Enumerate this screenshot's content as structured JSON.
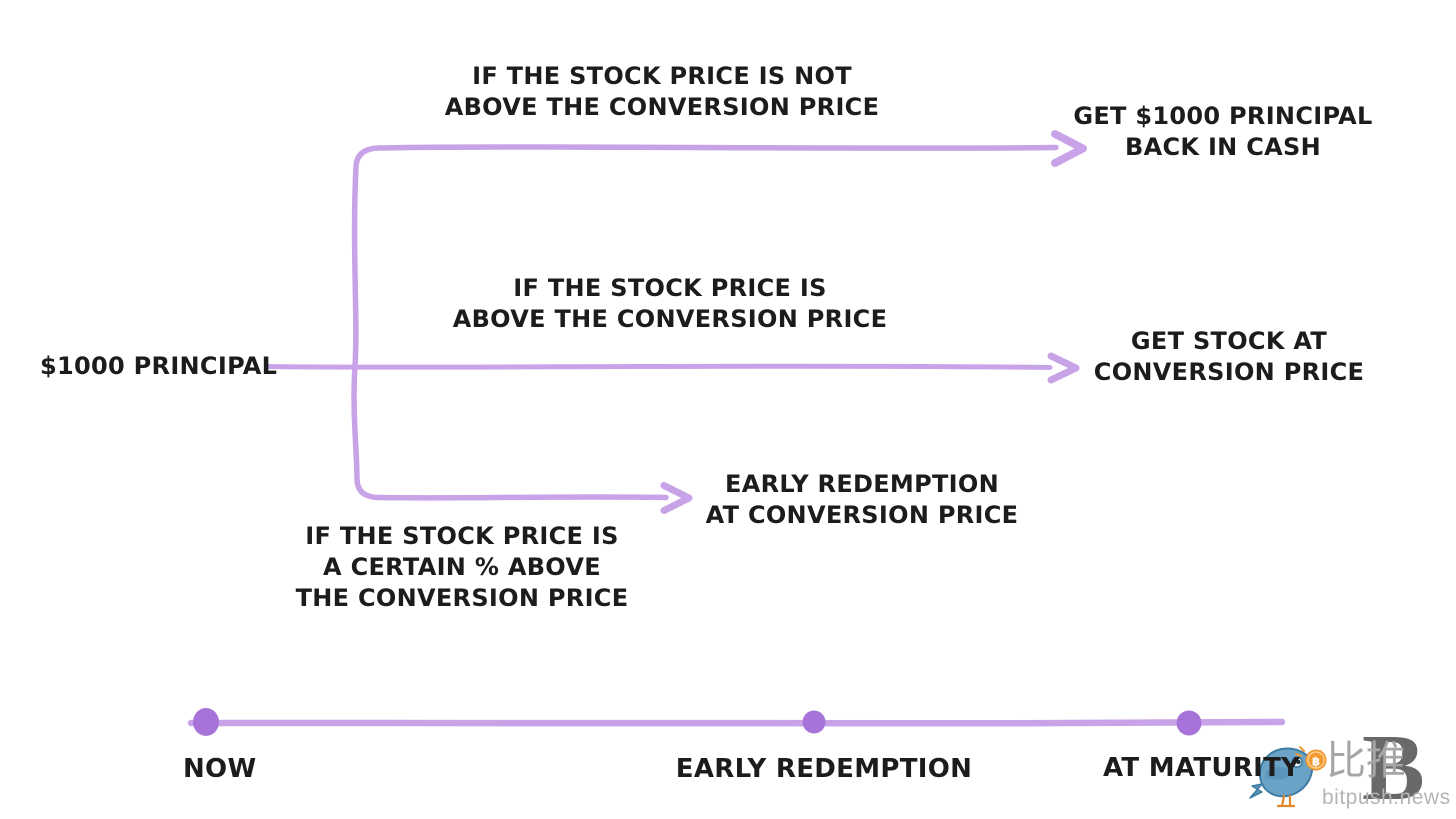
{
  "colors": {
    "background": "#ffffff",
    "arrow": "#c9a3e8",
    "dot": "#a873d8",
    "text": "#1c1c1c",
    "watermark_text": "#a6a6a6",
    "watermark_site": "#b5b5b5",
    "watermark_logo": "#4f4f4f",
    "bird_blue": "#6ba3c6",
    "bird_outline": "#3d7da3",
    "bird_wing": "#5b94ba",
    "bitcoin_orange": "#f2982e",
    "beak_yellow": "#e8b93e",
    "leg_orange": "#e0862c"
  },
  "flow": {
    "source": "$1000 PRINCIPAL",
    "branches": [
      {
        "id": "maturity-not-converted",
        "condition": [
          "IF THE STOCK PRICE IS NOT",
          "ABOVE THE CONVERSION PRICE"
        ],
        "outcome": [
          "GET $1000 PRINCIPAL",
          "BACK IN CASH"
        ]
      },
      {
        "id": "maturity-converted",
        "condition": [
          "IF THE STOCK PRICE IS",
          "ABOVE THE CONVERSION PRICE"
        ],
        "outcome": [
          "GET STOCK AT",
          "CONVERSION PRICE"
        ]
      },
      {
        "id": "early-redemption",
        "condition": [
          "IF THE STOCK PRICE IS",
          "A CERTAIN % ABOVE",
          "THE CONVERSION PRICE"
        ],
        "outcome": [
          "EARLY REDEMPTION",
          "AT CONVERSION PRICE"
        ]
      }
    ]
  },
  "timeline": {
    "points": [
      "NOW",
      "EARLY REDEMPTION",
      "AT MATURITY"
    ]
  },
  "watermark": {
    "brand_cjk": "比推",
    "brand_site": "bitpush.news",
    "bitcoin_symbol": "฿",
    "logo_letter": "B"
  }
}
